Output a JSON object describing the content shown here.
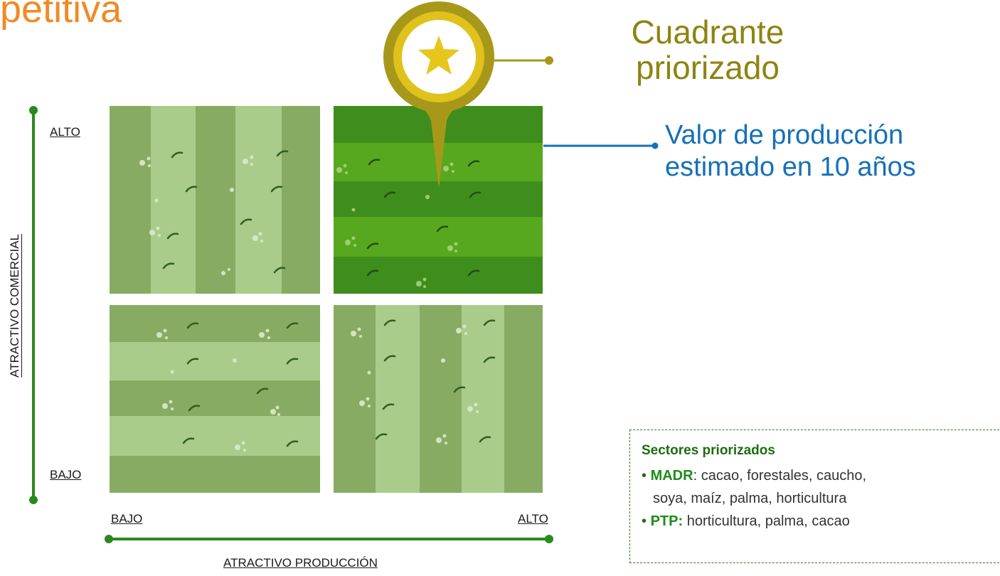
{
  "title_fragment": "petitiva",
  "y_axis": {
    "label": "ATRACTIVO COMERCIAL",
    "high": "ALTO",
    "low": "BAJO"
  },
  "x_axis": {
    "label": "ATRACTIVO PRODUCCIÓN",
    "low": "BAJO",
    "high": "ALTO"
  },
  "callout": {
    "title": "Cuadrante priorizado",
    "subtitle_line1": "Valor de producción",
    "subtitle_line2": "estimado en 10 años"
  },
  "sectors": {
    "title": "Sectores priorizados",
    "items": [
      {
        "name": "MADR",
        "separator": ":",
        "line1": " cacao, forestales, caucho,",
        "line2": "soya, maíz, palma, horticultura"
      },
      {
        "name": "PTP:",
        "separator": "",
        "line1": " horticultura, palma, cacao",
        "line2": ""
      }
    ]
  },
  "colors": {
    "title_orange": "#f08a24",
    "axis_green": "#2a8a1c",
    "pin_gold": "#a8981a",
    "star_yellow": "#e8c51c",
    "callout_title": "#8f8312",
    "callout_subtitle": "#1670b8",
    "priority_dark": "#3f8d1c",
    "priority_light": "#57a81f",
    "field_dark": "#88ab63",
    "field_light": "#a9cc8a"
  },
  "icons": [
    "star-icon",
    "map-pin-icon"
  ]
}
